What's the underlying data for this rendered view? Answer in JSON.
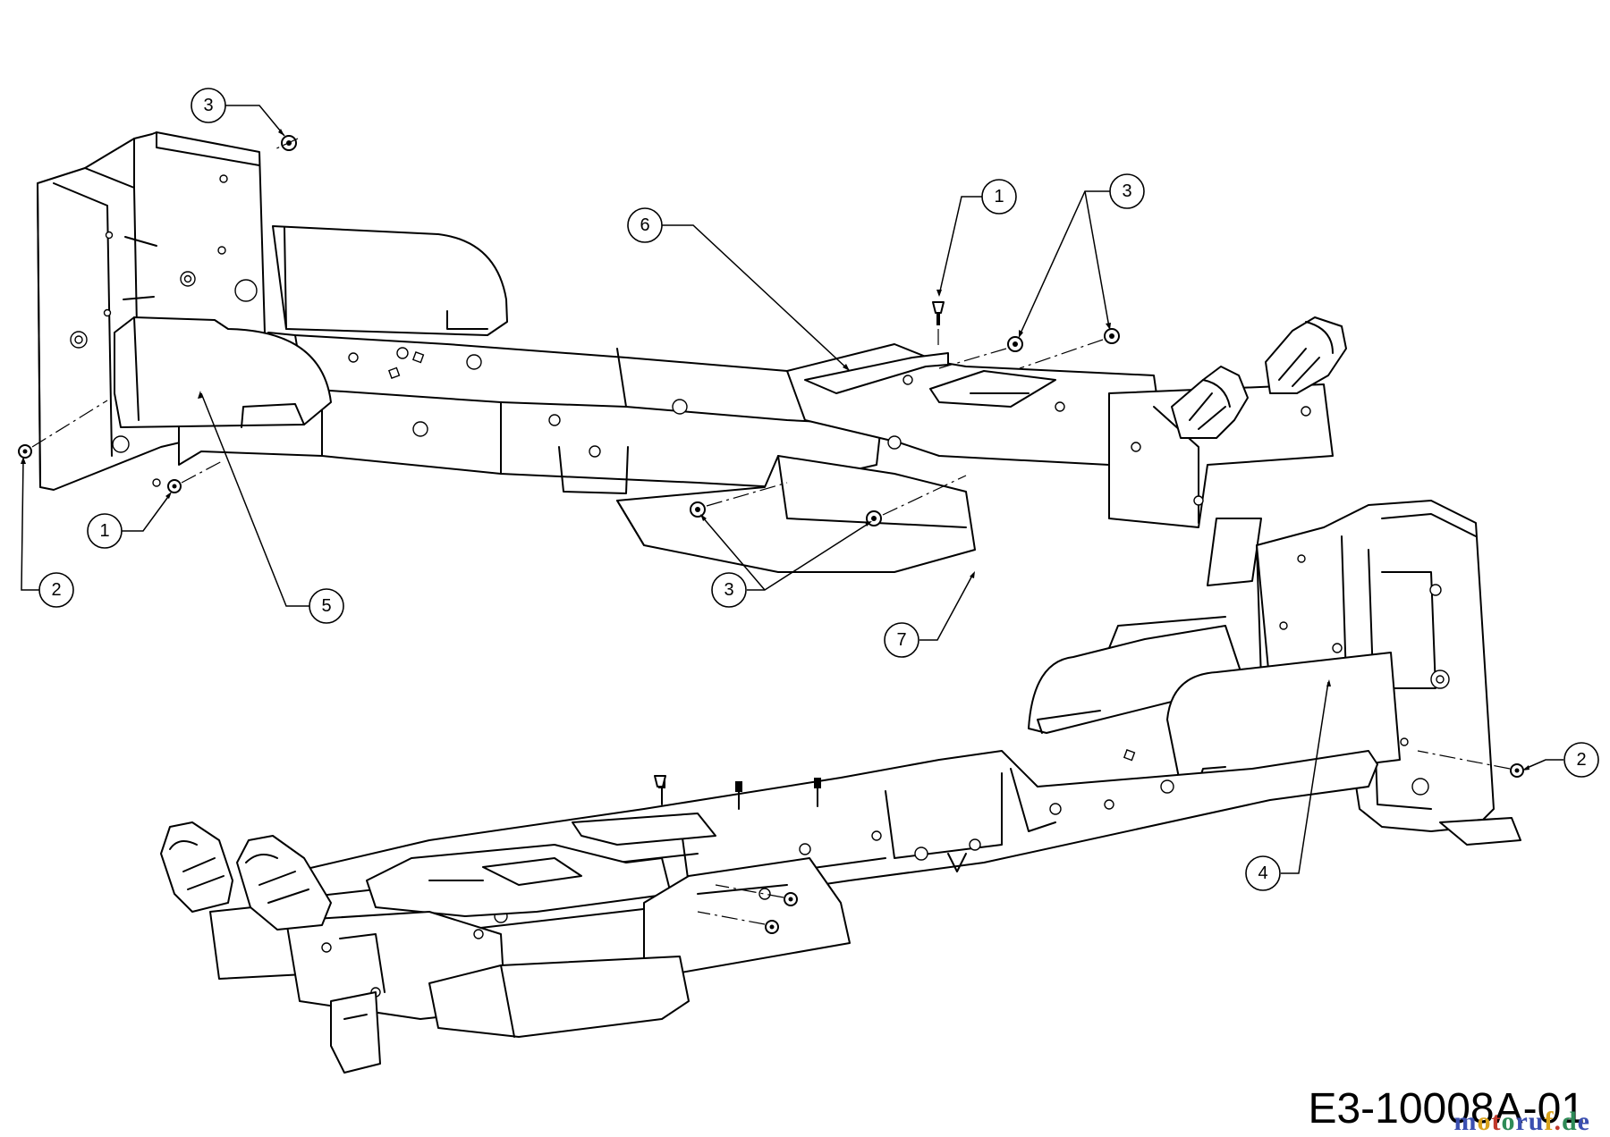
{
  "diagram": {
    "drawing_code": "E3-10008A-01",
    "watermark": "motoruf.de",
    "callouts": [
      {
        "id": "c-top-3",
        "label": "3"
      },
      {
        "id": "c-top-6",
        "label": "6"
      },
      {
        "id": "c-top-1",
        "label": "1"
      },
      {
        "id": "c-top-3b",
        "label": "3"
      },
      {
        "id": "c-left-1",
        "label": "1"
      },
      {
        "id": "c-left-2",
        "label": "2"
      },
      {
        "id": "c-mid-5",
        "label": "5"
      },
      {
        "id": "c-mid-3",
        "label": "3"
      },
      {
        "id": "c-mid-7",
        "label": "7"
      },
      {
        "id": "c-right-2",
        "label": "2"
      },
      {
        "id": "c-bot-4",
        "label": "4"
      }
    ]
  }
}
